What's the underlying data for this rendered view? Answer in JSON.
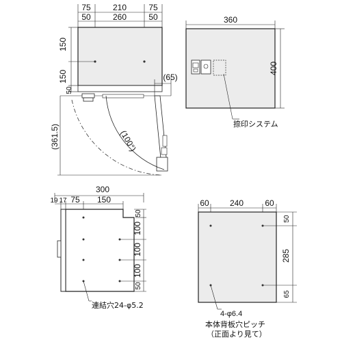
{
  "top_front": {
    "dims_top": [
      "75",
      "210",
      "75"
    ],
    "dims_mid": [
      "50",
      "260",
      "50"
    ],
    "dims_left": [
      "150",
      "150",
      "50"
    ]
  },
  "side_view": {
    "offset": "(65)",
    "depth": "(361.5)",
    "angle": "(100°)"
  },
  "door_view": {
    "width": "360",
    "height": "400",
    "callout": "捺印システム"
  },
  "back_left": {
    "width": "300",
    "dims_row": [
      "19",
      "17",
      "75",
      "150"
    ],
    "dims_right": [
      "50",
      "100",
      "100",
      "100",
      "50"
    ],
    "callout": "連結穴24-φ5.2"
  },
  "back_right": {
    "dims_top": [
      "60",
      "240",
      "60"
    ],
    "dims_right": [
      "50",
      "285",
      "65"
    ],
    "callout_1": "4-φ6.4",
    "callout_2": "本体背板穴ピッチ",
    "callout_3": "（正面より見て）"
  }
}
